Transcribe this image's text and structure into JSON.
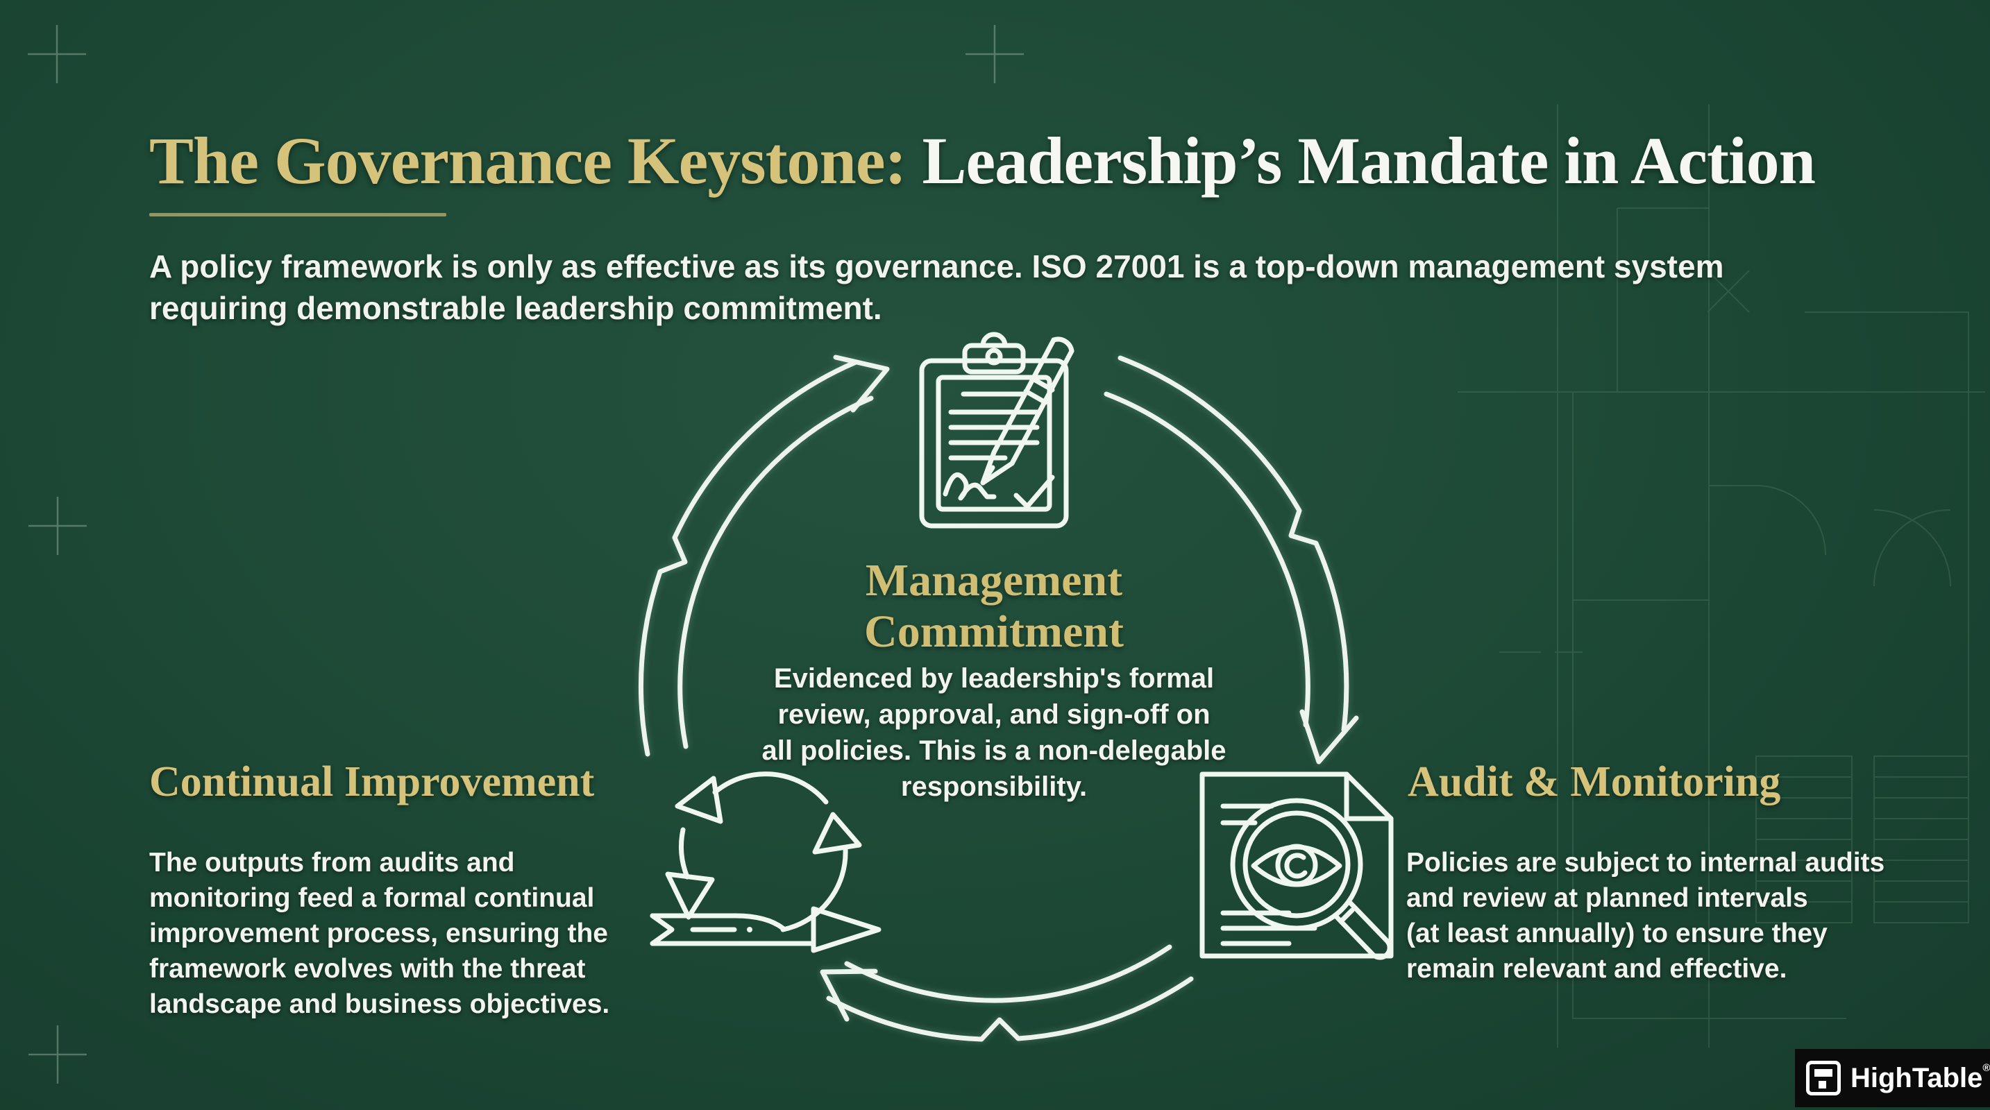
{
  "colors": {
    "background_green": "#1d4936",
    "accent_gold": "#d5c37c",
    "text_white": "#f3f5f1",
    "line_white": "#edf4ed",
    "blueprint_line": "#57836a",
    "logo_bg": "#0b0b0b"
  },
  "header": {
    "title_highlight": "The Governance Keystone:",
    "title_rest": " Leadership’s Mandate in Action",
    "subtitle_lines": [
      "A policy framework is only as effective as its governance. ISO 27001 is a top-down management system",
      "requiring demonstrable leadership commitment."
    ]
  },
  "diagram": {
    "center": {
      "heading": "Management Commitment",
      "body_lines": [
        "Evidenced by leadership's formal",
        "review, approval, and sign-off on",
        "all policies. This is a non-delegable",
        "responsibility."
      ]
    },
    "icons": {
      "top": "clipboard-signature-pen-icon",
      "right": "document-magnifier-eye-icon",
      "left": "continual-loop-arrows-icon"
    },
    "flow": "clockwise-cycle"
  },
  "sections": {
    "left": {
      "heading": "Continual Improvement",
      "body_lines": [
        "The outputs from audits and",
        "monitoring feed a formal continual",
        "improvement process, ensuring the",
        "framework evolves with the threat",
        "landscape and business objectives."
      ]
    },
    "right": {
      "heading": "Audit & Monitoring",
      "body_lines": [
        "Policies are subject to internal audits",
        "and review at planned intervals",
        "(at least annually) to ensure they",
        "remain relevant and effective."
      ]
    }
  },
  "logo": {
    "brand": "HighTable",
    "reg_mark": "®"
  }
}
